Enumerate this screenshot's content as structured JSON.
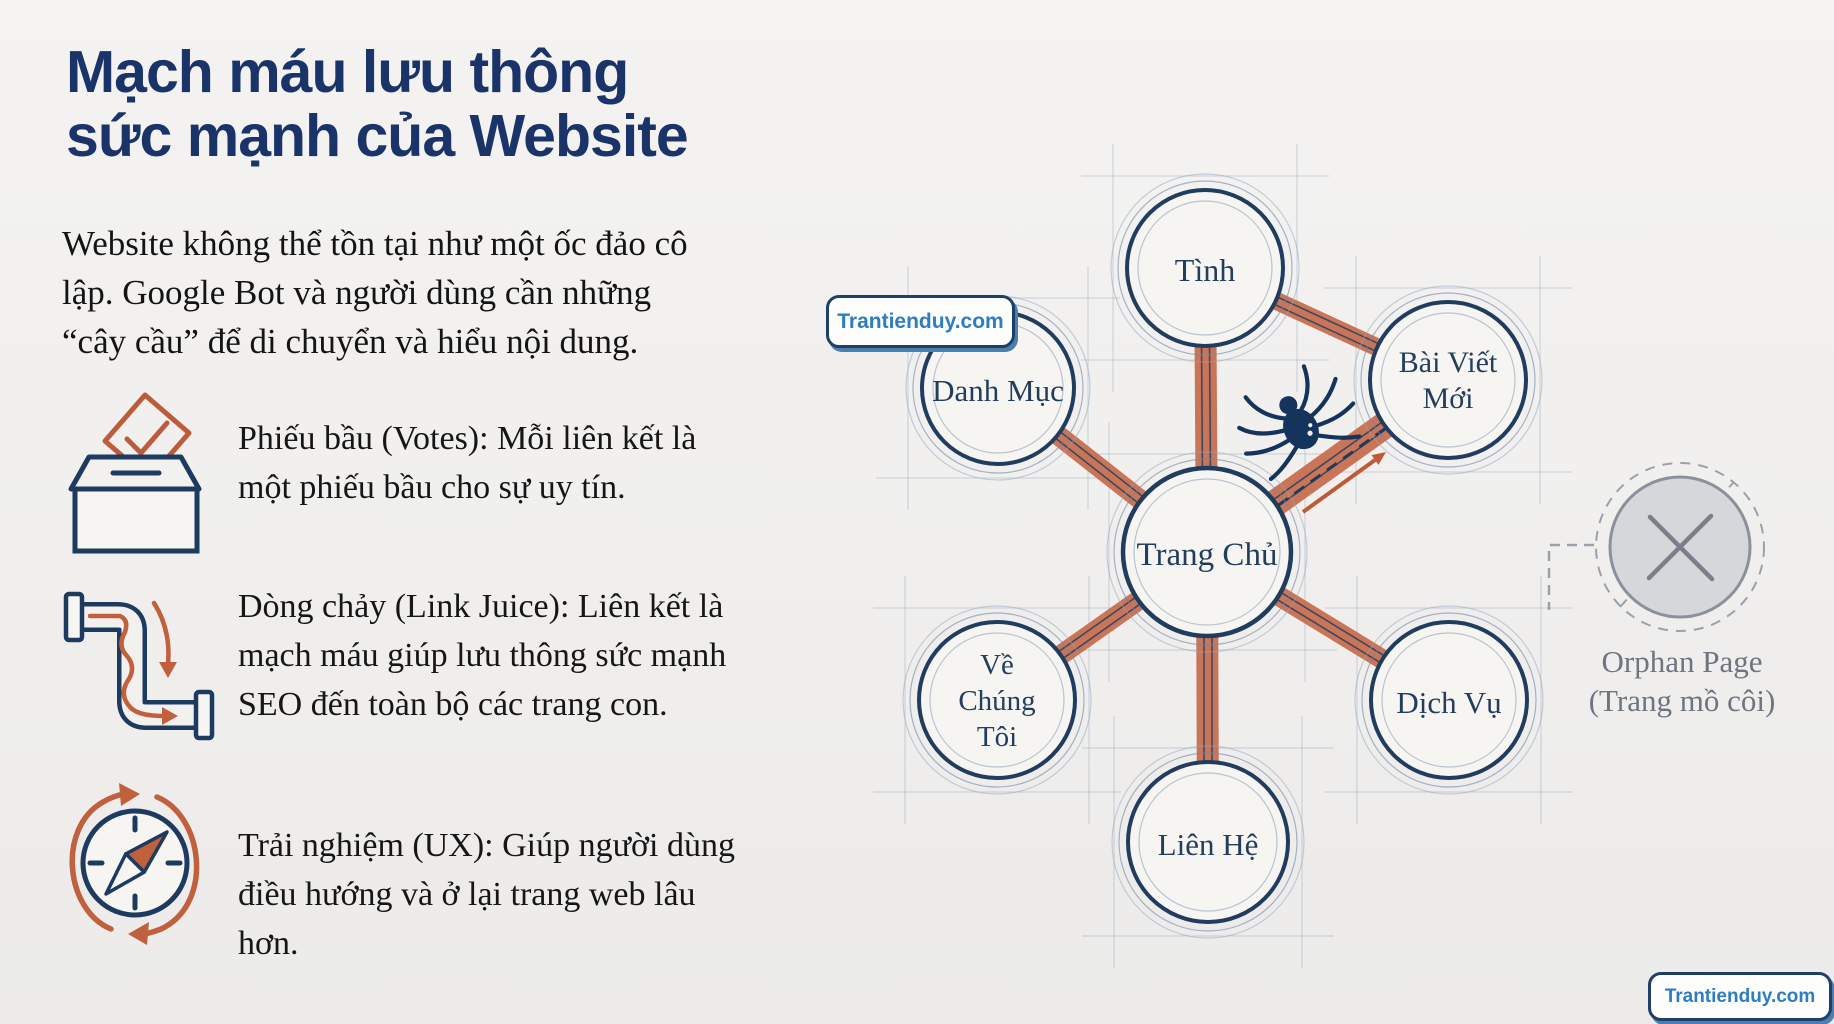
{
  "title": {
    "line1": "Mạch máu lưu thông",
    "line2": "sức mạnh của Website"
  },
  "intro": {
    "lines": [
      "Website không thể tồn tại như một ốc đảo cô",
      "lập. Google Bot và người dùng cần những",
      "“cây cầu” để di chuyển và hiểu nội dung."
    ]
  },
  "bullets": [
    {
      "icon": "ballot-box-icon",
      "lines": [
        "Phiếu bầu (Votes): Mỗi liên kết là",
        "một phiếu bầu cho sự uy tín."
      ]
    },
    {
      "icon": "pipe-flow-icon",
      "lines": [
        "Dòng chảy (Link Juice): Liên kết là",
        "mạch máu giúp lưu thông sức mạnh",
        "SEO đến toàn bộ các trang con."
      ]
    },
    {
      "icon": "compass-icon",
      "lines": [
        "Trải nghiệm (UX): Giúp người dùng",
        "điều hướng và ở lại trang web lâu",
        "hơn."
      ]
    }
  ],
  "diagram": {
    "nodes": {
      "trang_chu": {
        "label": "Trang Chủ"
      },
      "tinh": {
        "label": "Tình"
      },
      "danh_muc": {
        "label": "Danh Mục"
      },
      "bai_viet_moi": {
        "line1": "Bài Viết",
        "line2": "Mới"
      },
      "ve_chung_toi": {
        "line1": "Về",
        "line2": "Chúng",
        "line3": "Tôi"
      },
      "dich_vu": {
        "label": "Dịch Vụ"
      },
      "lien_he": {
        "label": "Liên Hệ"
      }
    },
    "orphan": {
      "line1": "Orphan Page",
      "line2": "(Trang mồ côi)"
    }
  },
  "watermark": {
    "label": "Trantienduy.com"
  },
  "colors": {
    "background": "#f1f0ee",
    "navy": "#1f3b5d",
    "title_navy": "#1a3469",
    "accent_orange": "#c76c4b",
    "icon_orange": "#bd5c3a",
    "watermark_blue": "#2e7cc2",
    "orphan_gray": "#d5d7da",
    "blueprint_line": "#7f95b4"
  }
}
